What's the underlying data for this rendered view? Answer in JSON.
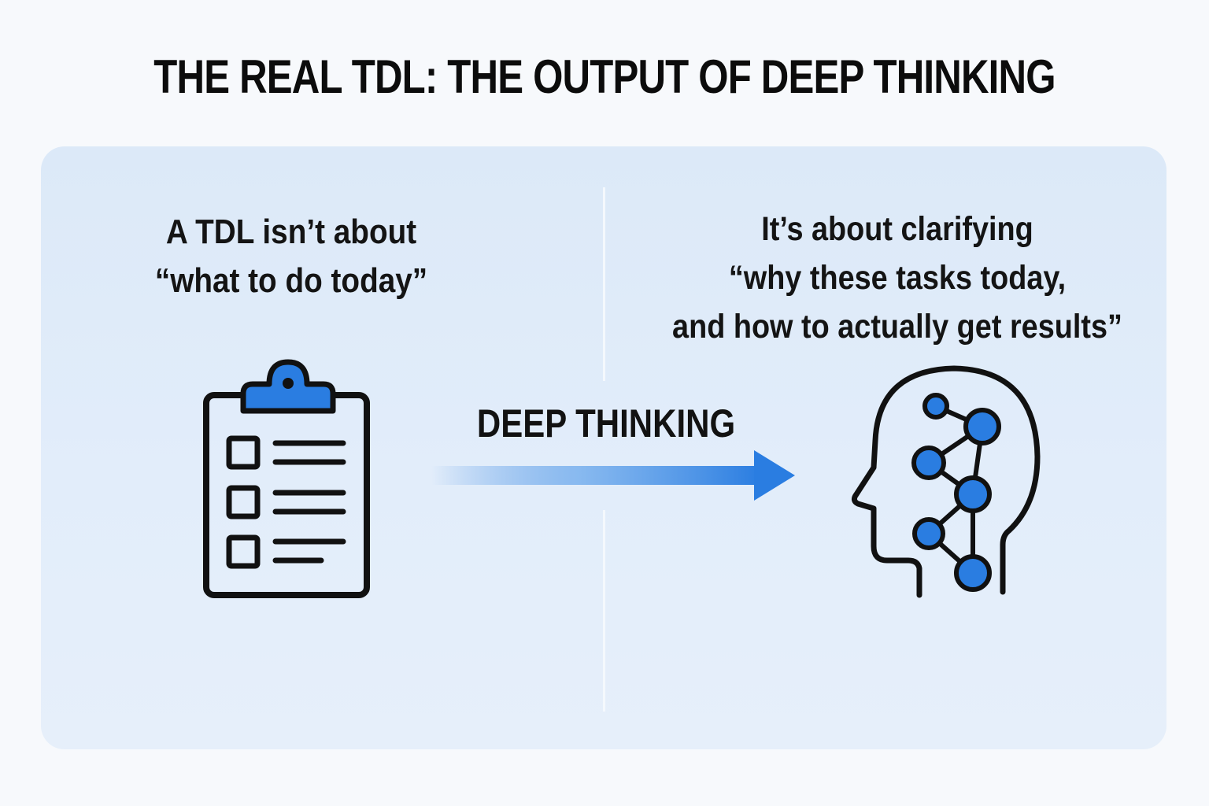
{
  "title": "THE REAL TDL: THE OUTPUT OF DEEP THINKING",
  "left": {
    "lines": [
      "A TDL isn’t about",
      "“what to do today”"
    ],
    "icon": "clipboard-checklist-icon"
  },
  "arrow": {
    "label": "DEEP THINKING"
  },
  "right": {
    "lines": [
      "It’s about clarifying",
      "“why these tasks today,",
      "and how to actually get results”"
    ],
    "icon": "head-network-icon"
  },
  "colors": {
    "accent": "#2a7de1",
    "ink": "#111111",
    "panel": "#dfeaf8",
    "background": "#f7f9fc"
  }
}
